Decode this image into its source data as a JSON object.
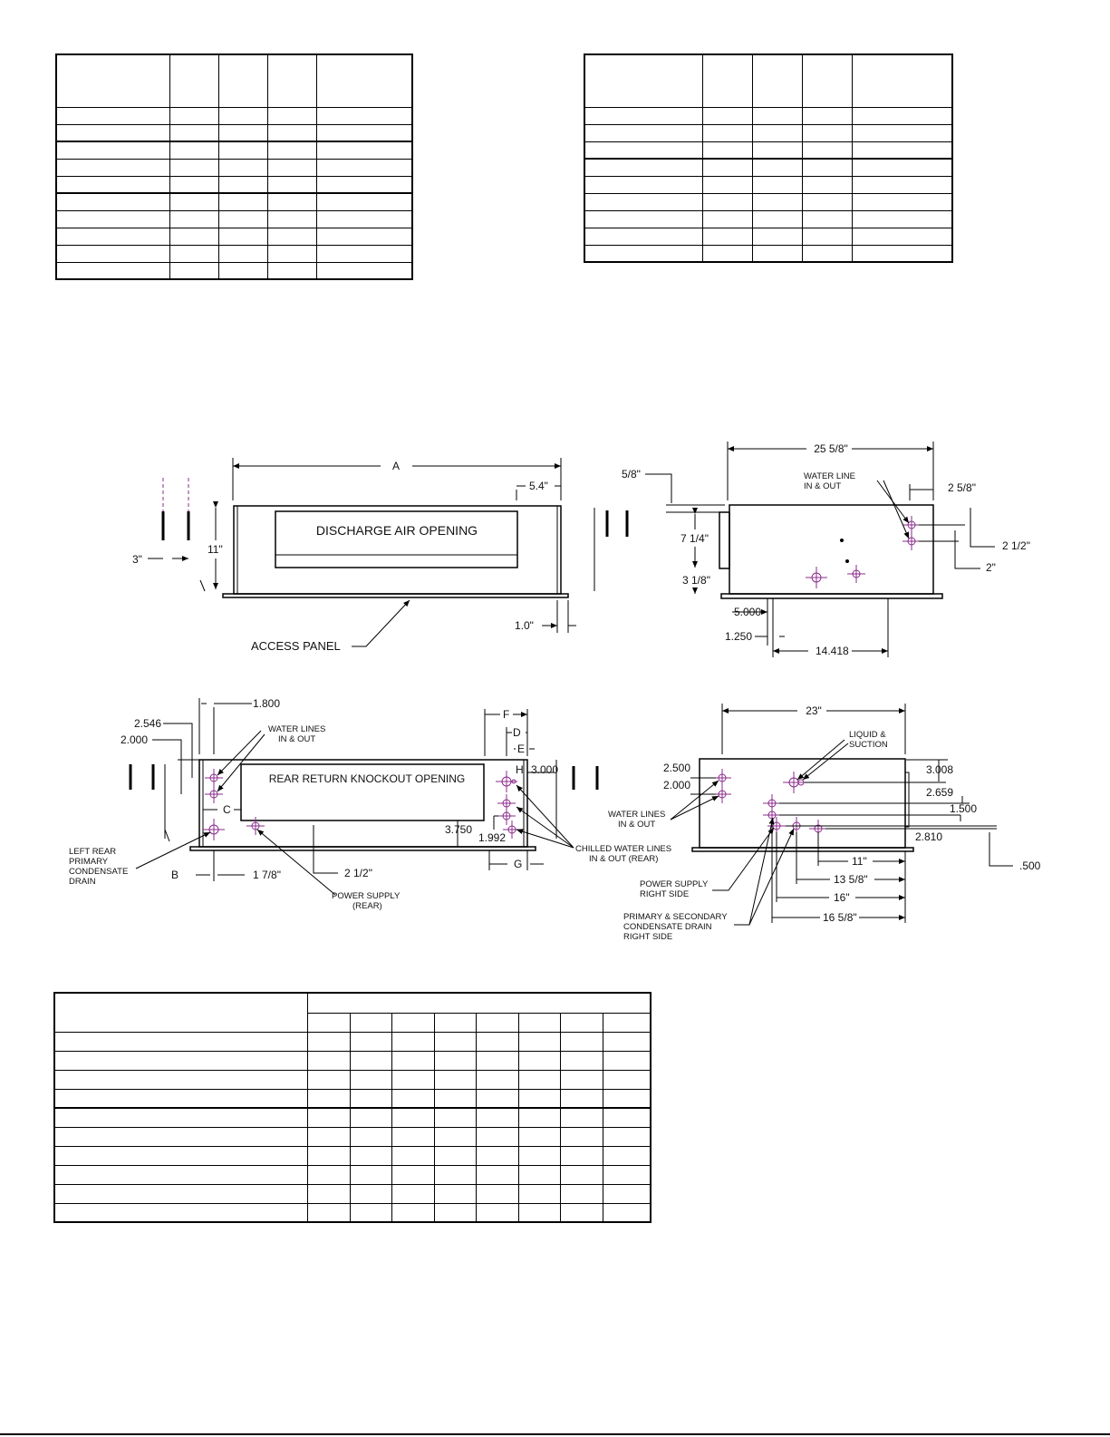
{
  "colors": {
    "line": "#000000",
    "connection_marker": "#8b2b8b"
  },
  "front_view": {
    "dim_a": "A",
    "dim_54": "5.4\"",
    "dim_11": "11\"",
    "dim_3": "3\"",
    "dim_10": "1.0\"",
    "discharge_label": "DISCHARGE AIR OPENING",
    "access_panel_label": "ACCESS PANEL"
  },
  "side_view_right": {
    "dim_25_58": "25 5/8\"",
    "dim_58": "5/8\"",
    "dim_7_14": "7 1/4\"",
    "dim_3_18": "3 1/8\"",
    "dim_5000": "5.000",
    "dim_1250": "1.250",
    "dim_14418": "14.418",
    "water_line_label": [
      "WATER LINE",
      "IN & OUT"
    ],
    "dim_2_58": "2 5/8\"",
    "dim_2_12": "2 1/2\"",
    "dim_2": "2\""
  },
  "rear_view": {
    "dim_1800": "1.800",
    "dim_2546": "2.546",
    "dim_2000": "2.000",
    "water_lines_label": [
      "WATER LINES",
      "IN & OUT"
    ],
    "dim_f": "F",
    "dim_d": "D",
    "dim_e": "E",
    "dim_h": "H",
    "dim_3000": "3.000",
    "knockout_label": "REAR RETURN KNOCKOUT OPENING",
    "dim_c": "C",
    "dim_3750": "3.750",
    "dim_1992": "1.992",
    "condensate_label": [
      "LEFT REAR",
      "PRIMARY",
      "CONDENSATE",
      "DRAIN"
    ],
    "dim_b": "B",
    "dim_1_78": "1 7/8\"",
    "dim_2_12": "2 1/2\"",
    "dim_g": "G",
    "chilled_label": [
      "CHILLED WATER LINES",
      "IN & OUT (REAR)"
    ],
    "power_label": [
      "POWER SUPPLY",
      "(REAR)"
    ]
  },
  "side_view_left": {
    "dim_23": "23\"",
    "liquid_label": [
      "LIQUID &",
      "SUCTION"
    ],
    "dim_2500": "2.500",
    "dim_2000": "2.000",
    "dim_3008": "3.008",
    "dim_2659": "2.659",
    "dim_1500": "1.500",
    "dim_2810": "2.810",
    "dim_500": ".500",
    "water_lines_label": [
      "WATER LINES",
      "IN & OUT"
    ],
    "dim_11": "11\"",
    "dim_13_58": "13 5/8\"",
    "dim_16": "16\"",
    "dim_16_58": "16 5/8\"",
    "power_label": [
      "POWER SUPPLY",
      "RIGHT SIDE"
    ],
    "drain_label": [
      "PRIMARY & SECONDARY",
      "CONDENSATE DRAIN",
      "RIGHT SIDE"
    ]
  }
}
